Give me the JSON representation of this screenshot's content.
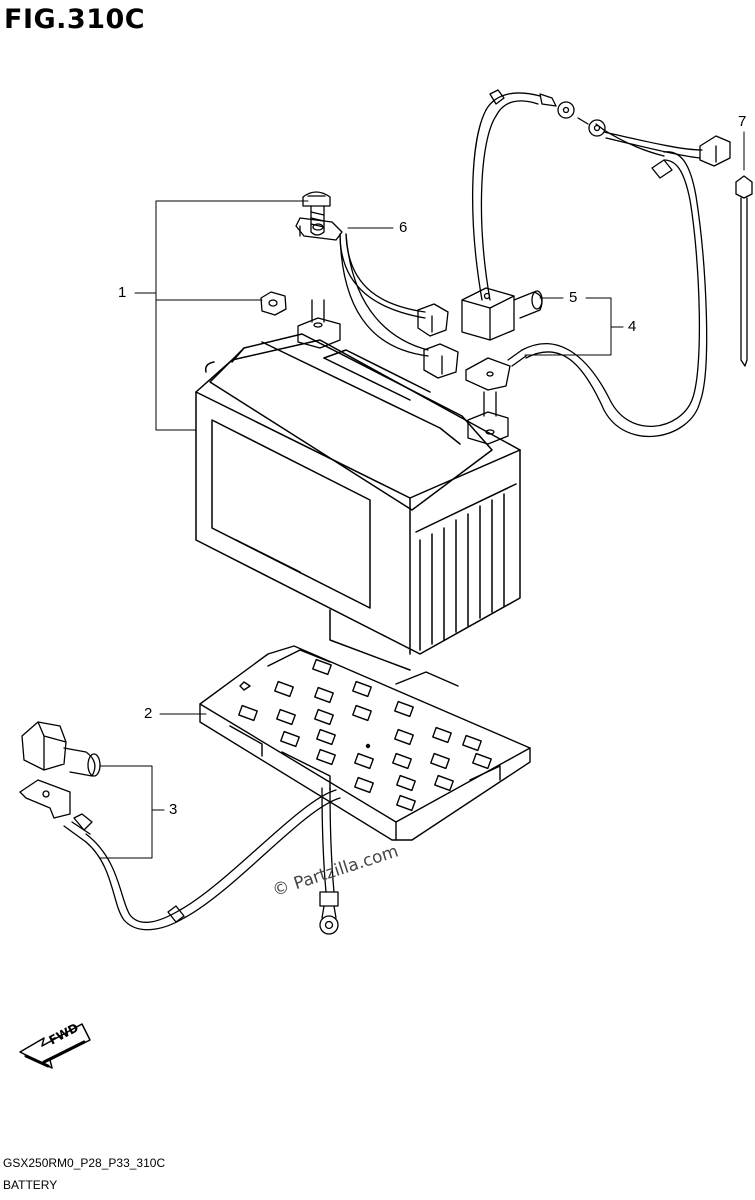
{
  "figure": {
    "title": "FIG.310C"
  },
  "callouts": [
    "1",
    "2",
    "3",
    "4",
    "5",
    "6",
    "7"
  ],
  "watermark": "© Partzilla.com",
  "fwd_label": "FWD",
  "footer": {
    "code": "GSX250RM0_P28_P33_310C",
    "name": "BATTERY"
  }
}
